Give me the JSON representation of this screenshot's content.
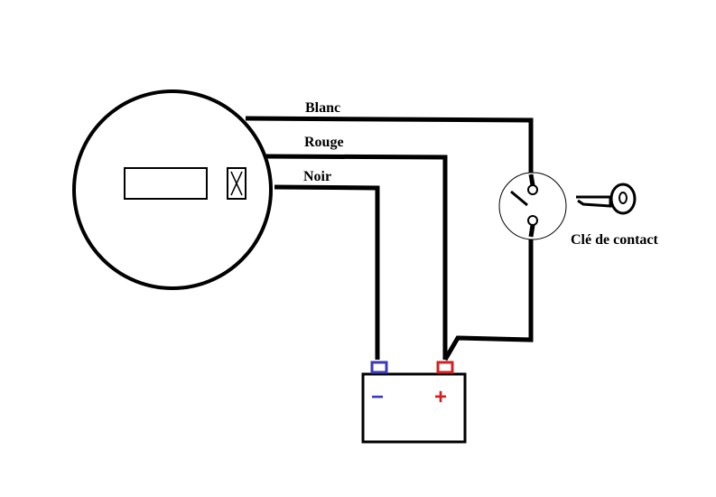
{
  "wires": {
    "white_label": "Blanc",
    "red_label": "Rouge",
    "black_label": "Noir"
  },
  "key": {
    "label": "Clé de contact"
  },
  "battery": {
    "negative_sign": "−",
    "positive_sign": "+"
  },
  "colors": {
    "wire": "#000000",
    "negative_terminal": "#3b3bb8",
    "positive_terminal": "#d42020",
    "background": "#ffffff"
  }
}
